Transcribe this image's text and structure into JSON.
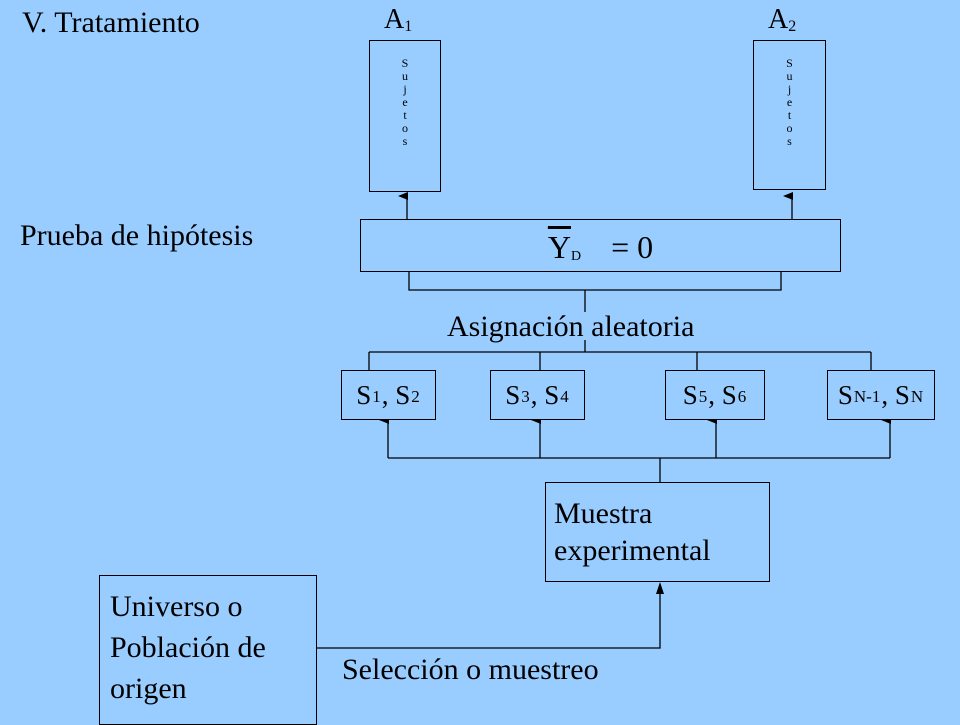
{
  "title": "V. Tratamiento",
  "hypothesis_label": "Prueba de hipótesis",
  "groups": [
    {
      "name": "A",
      "sub": "1",
      "column_text": "Sujetos"
    },
    {
      "name": "A",
      "sub": "2",
      "column_text": "Sujetos"
    }
  ],
  "equation": {
    "symbol": "Y",
    "sub": "D",
    "rhs": "= 0"
  },
  "assignment_label": "Asignación aleatoria",
  "subject_pairs": [
    {
      "a": "S",
      "a_sub": "1",
      "sep": ", ",
      "b": "S",
      "b_sub": "2"
    },
    {
      "a": "S",
      "a_sub": "3",
      "sep": ", ",
      "b": "S",
      "b_sub": "4"
    },
    {
      "a": "S",
      "a_sub": "5",
      "sep": ", ",
      "b": "S",
      "b_sub": "6"
    },
    {
      "a": "S",
      "a_sub": "N-1",
      "sep": ", ",
      "b": "S",
      "b_sub": "N"
    }
  ],
  "sample_box": {
    "line1": "Muestra",
    "line2": "experimental"
  },
  "universe_box": {
    "line1": "Universo o",
    "line2": "Población de",
    "line3": "origen"
  },
  "selection_label": "Selección o muestreo"
}
